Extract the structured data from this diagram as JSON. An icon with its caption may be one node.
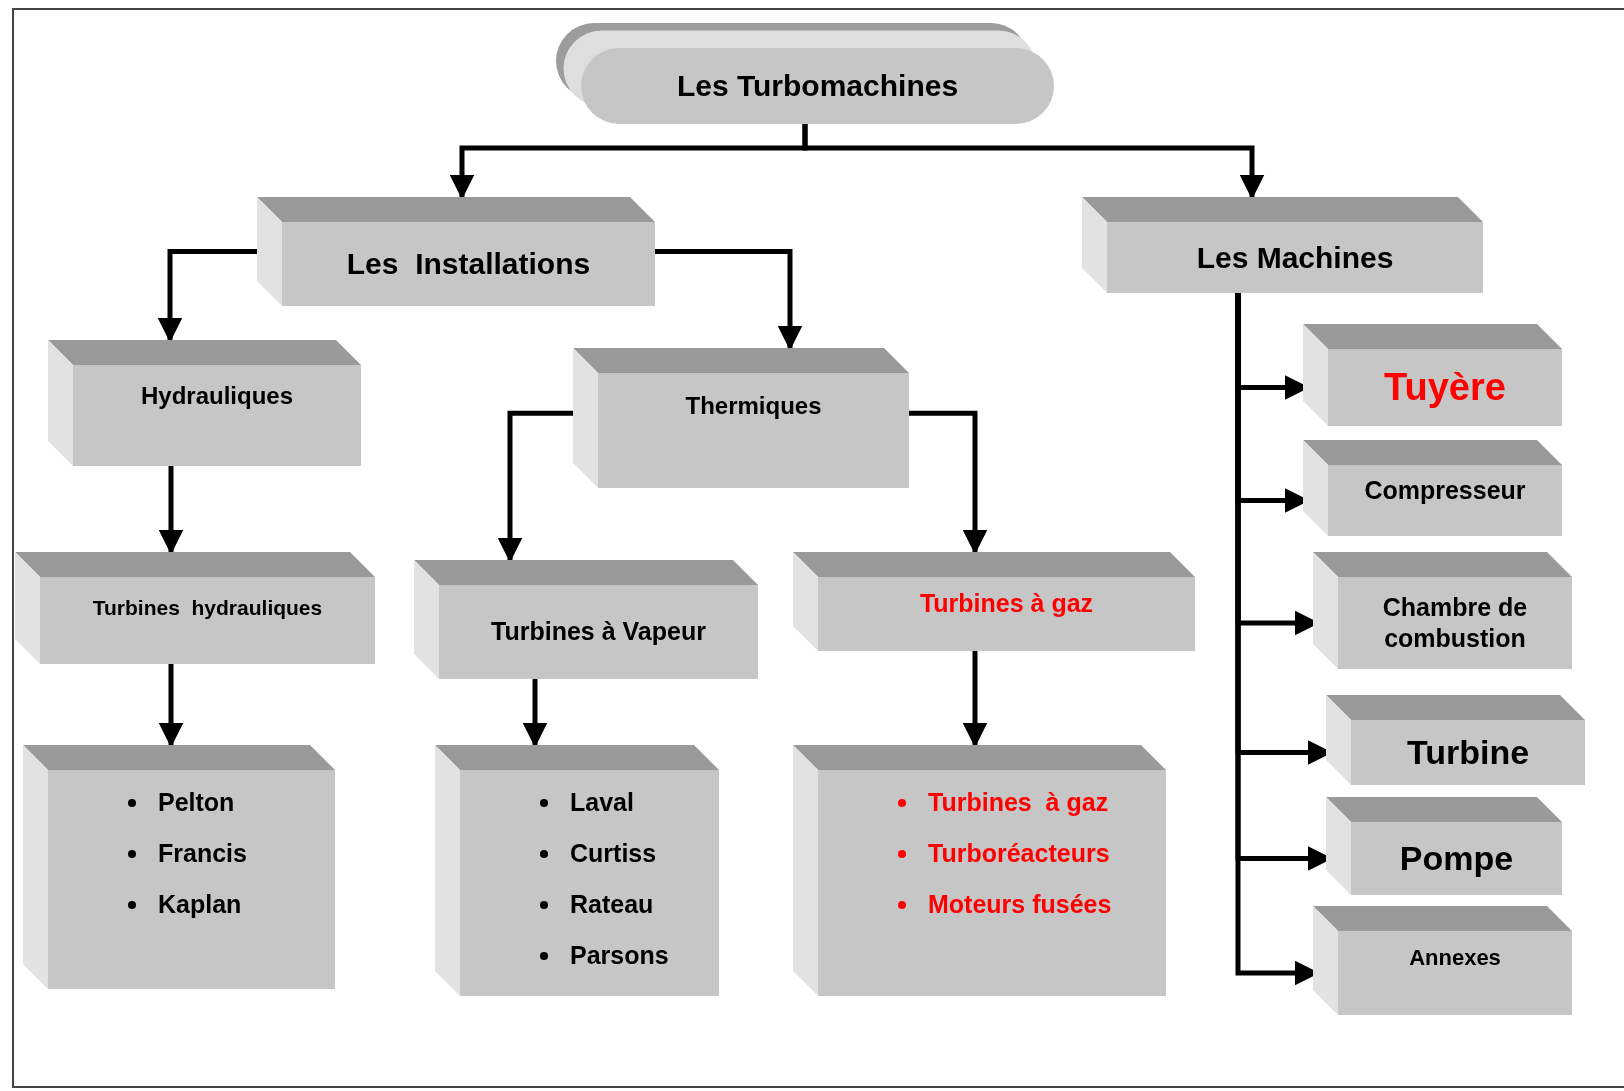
{
  "diagram": {
    "nodes": [
      {
        "text": [
          "Les Turbomachines"
        ]
      },
      {
        "text": [
          "Les  Installations"
        ]
      },
      {
        "text": [
          "Les Machines"
        ]
      },
      {
        "text": [
          "Hydrauliques"
        ]
      },
      {
        "text": [
          "Thermiques"
        ]
      },
      {
        "text": [
          "Turbines  hydrauliques"
        ]
      },
      {
        "text": [
          "Turbines à Vapeur"
        ]
      },
      {
        "text": [
          "Turbines à gaz"
        ]
      },
      {
        "text": [
          "Pelton",
          "Francis",
          "Kaplan"
        ]
      },
      {
        "text": [
          "Laval",
          "Curtiss",
          "Rateau",
          "Parsons"
        ]
      },
      {
        "text": [
          "Turbines  à gaz",
          "Turboréacteurs",
          "Moteurs fusées"
        ]
      },
      {
        "text": [
          "Tuyère"
        ]
      },
      {
        "text": [
          "Compresseur"
        ]
      },
      {
        "text": [
          "Chambre de combustion"
        ]
      },
      {
        "text": [
          "Turbine"
        ]
      },
      {
        "text": [
          "Pompe"
        ]
      },
      {
        "text": [
          "Annexes"
        ]
      }
    ],
    "edges": [
      {
        "from": 0,
        "to": 1,
        "arrow": "to"
      },
      {
        "from": 0,
        "to": 2,
        "arrow": "to"
      },
      {
        "from": 1,
        "to": 3,
        "arrow": "to"
      },
      {
        "from": 1,
        "to": 4,
        "arrow": "to"
      },
      {
        "from": 3,
        "to": 5,
        "arrow": "to"
      },
      {
        "from": 4,
        "to": 6,
        "arrow": "to"
      },
      {
        "from": 4,
        "to": 7,
        "arrow": "to"
      },
      {
        "from": 5,
        "to": 8,
        "arrow": "to"
      },
      {
        "from": 6,
        "to": 9,
        "arrow": "to"
      },
      {
        "from": 7,
        "to": 10,
        "arrow": "to"
      },
      {
        "from": 2,
        "to": 11,
        "arrow": "to"
      },
      {
        "from": 2,
        "to": 12,
        "arrow": "to"
      },
      {
        "from": 2,
        "to": 13,
        "arrow": "to"
      },
      {
        "from": 2,
        "to": 14,
        "arrow": "to"
      },
      {
        "from": 2,
        "to": 15,
        "arrow": "to"
      },
      {
        "from": 2,
        "to": 16,
        "arrow": "to"
      }
    ]
  }
}
